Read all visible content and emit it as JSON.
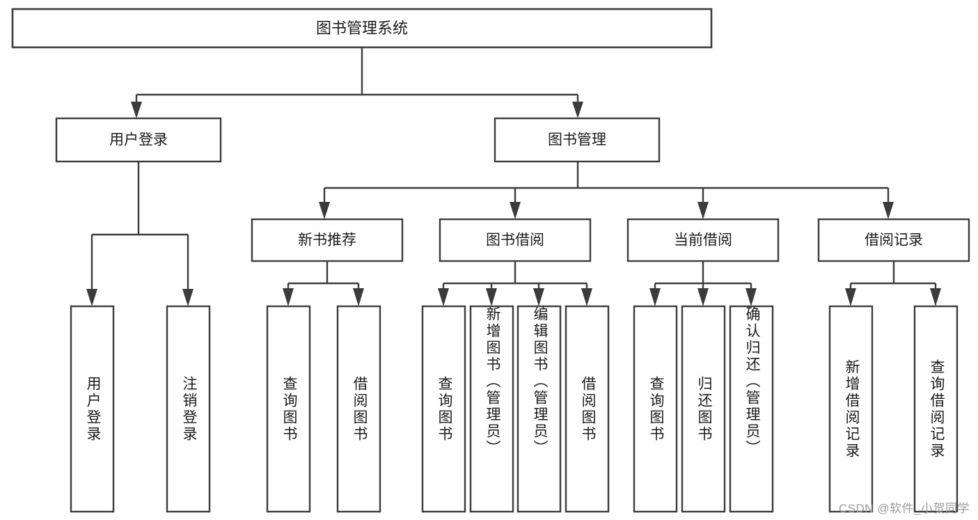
{
  "diagram": {
    "title": "图书管理系统",
    "type": "tree-hierarchy-chart",
    "background_color": "#ffffff",
    "line_color": "#3b3b3b",
    "text_color": "#1b1b1b",
    "watermark": "CSDN @软件_小贺同学",
    "root": {
      "label": "图书管理系统"
    },
    "level2": [
      {
        "label": "用户登录"
      },
      {
        "label": "图书管理"
      }
    ],
    "level3": [
      {
        "label": "新书推荐"
      },
      {
        "label": "图书借阅"
      },
      {
        "label": "当前借阅"
      },
      {
        "label": "借阅记录"
      }
    ],
    "leaves": {
      "user_login": [
        {
          "label": "用户登录"
        },
        {
          "label": "注销登录"
        }
      ],
      "new_book_recommend": [
        {
          "label": "查询图书"
        },
        {
          "label": "借阅图书"
        }
      ],
      "book_borrow": [
        {
          "label": "查询图书"
        },
        {
          "label": "新增图书（管理员）"
        },
        {
          "label": "编辑图书（管理员）"
        },
        {
          "label": "借阅图书"
        }
      ],
      "current_borrow": [
        {
          "label": "查询图书"
        },
        {
          "label": "归还图书"
        },
        {
          "label": "确认归还（管理员）"
        }
      ],
      "borrow_record": [
        {
          "label": "新增借阅记录"
        },
        {
          "label": "查询借阅记录"
        }
      ]
    }
  }
}
